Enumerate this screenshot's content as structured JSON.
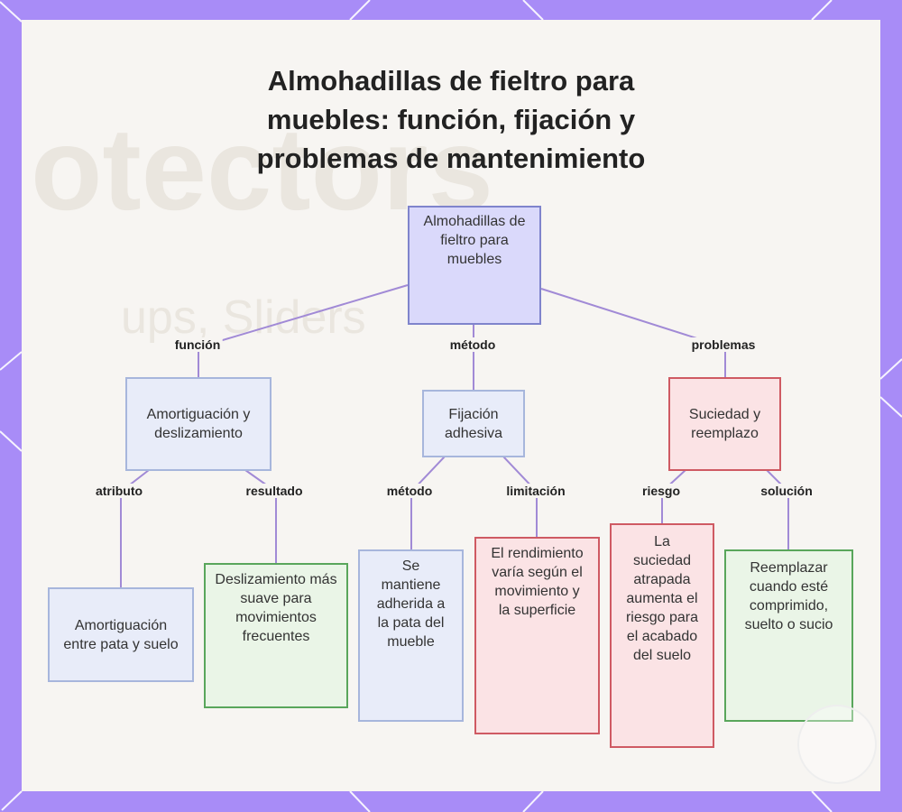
{
  "title": "Almohadillas de fieltro para muebles: función, fijación y problemas de mantenimiento",
  "background_text": {
    "line1": "otectors",
    "line2": "ups, Sliders"
  },
  "colors": {
    "frame": "#a88cf7",
    "edge": "#a18ad6",
    "root_fill": "#dad9fb",
    "root_border": "#7f84cc",
    "blue_fill": "#e8ecf9",
    "blue_border": "#a7b6dc",
    "green_fill": "#eaf5e7",
    "green_border": "#59a65b",
    "red_fill": "#fbe3e5",
    "red_border": "#cf5a63"
  },
  "nodes": {
    "root": "Almohadillas de fieltro para muebles",
    "cushion": "Amortiguación y deslizamiento",
    "adhesive": "Fijación adhesiva",
    "dirt": "Suciedad y reemplazo",
    "cushion_attr": "Amortiguación entre pata y suelo",
    "cushion_result": "Deslizamiento más suave para movimientos frecuentes",
    "adhesive_method": "Se mantiene adherida a la pata del mueble",
    "adhesive_limit": "El rendimiento varía según el movimiento y la superficie",
    "dirt_risk": "La suciedad atrapada aumenta el riesgo para el acabado del suelo",
    "dirt_solution": "Reemplazar cuando esté comprimido, suelto o sucio"
  },
  "edges": {
    "funcion": "función",
    "metodo_top": "método",
    "problemas": "problemas",
    "atributo": "atributo",
    "resultado": "resultado",
    "metodo_sub": "método",
    "limitacion": "limitación",
    "riesgo": "riesgo",
    "solucion": "solución"
  }
}
